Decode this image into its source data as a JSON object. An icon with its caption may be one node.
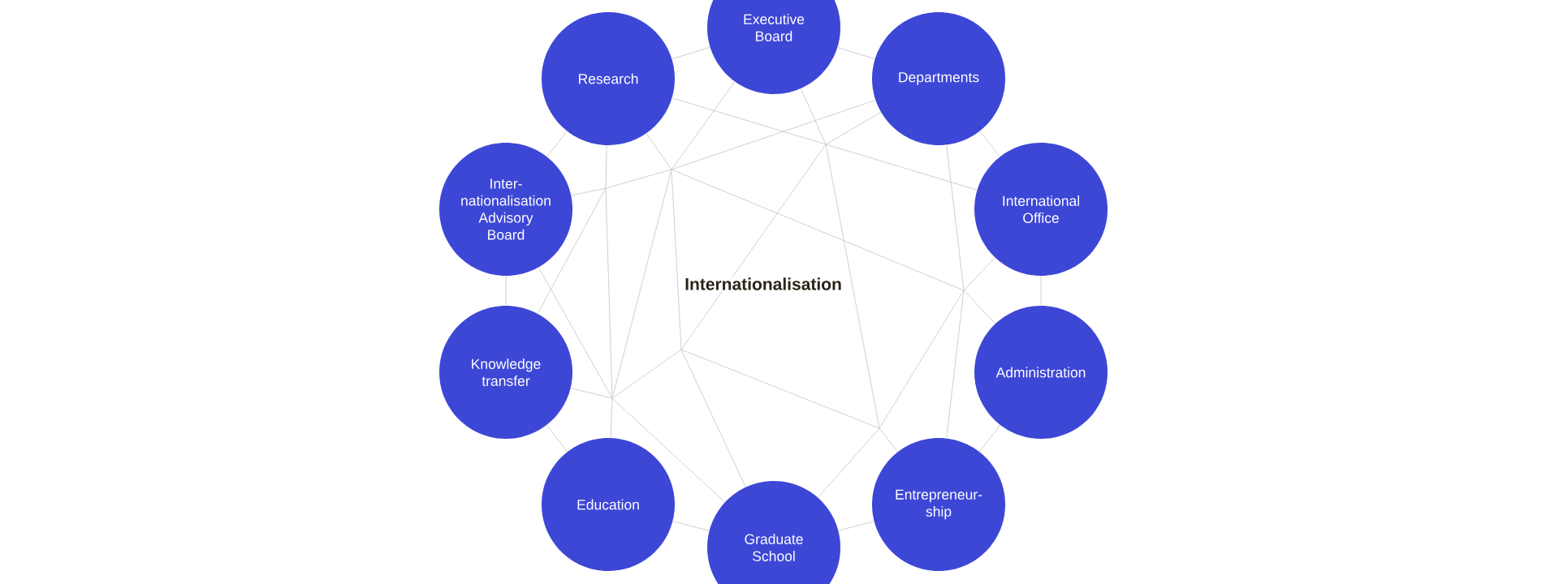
{
  "diagram": {
    "nodes": [
      {
        "text": [
          "Executive Board"
        ]
      },
      {
        "text": [
          "Research"
        ]
      },
      {
        "text": [
          "Departments"
        ]
      },
      {
        "text": [
          "Inter- nationalisation Advisory Board"
        ]
      },
      {
        "text": [
          "International Office"
        ]
      },
      {
        "text": [
          "Knowledge transfer"
        ]
      },
      {
        "text": [
          "Administration"
        ]
      },
      {
        "text": [
          "Education"
        ]
      },
      {
        "text": [
          "Entrepreneur- ship"
        ]
      },
      {
        "text": [
          "Graduate School"
        ]
      },
      {
        "text": [],
        "shape": "dot"
      },
      {
        "text": [],
        "shape": "dot"
      },
      {
        "text": [],
        "shape": "dot"
      },
      {
        "text": [],
        "shape": "dot"
      },
      {
        "text": [],
        "shape": "dot"
      },
      {
        "text": [],
        "shape": "dot"
      },
      {
        "text": [],
        "shape": "dot"
      }
    ],
    "edges": [
      {
        "from": 0,
        "to": 1,
        "arrow": "none"
      },
      {
        "from": 0,
        "to": 2,
        "arrow": "none"
      },
      {
        "from": 1,
        "to": 3,
        "arrow": "none"
      },
      {
        "from": 2,
        "to": 4,
        "arrow": "none"
      },
      {
        "from": 3,
        "to": 5,
        "arrow": "none"
      },
      {
        "from": 4,
        "to": 6,
        "arrow": "none"
      },
      {
        "from": 5,
        "to": 7,
        "arrow": "none"
      },
      {
        "from": 6,
        "to": 8,
        "arrow": "none"
      },
      {
        "from": 7,
        "to": 9,
        "arrow": "none"
      },
      {
        "from": 9,
        "to": 8,
        "arrow": "none"
      },
      {
        "from": 0,
        "to": 10,
        "arrow": "none"
      },
      {
        "from": 2,
        "to": 10,
        "arrow": "none"
      },
      {
        "from": 1,
        "to": 10,
        "arrow": "none"
      },
      {
        "from": 10,
        "to": 4,
        "arrow": "none"
      },
      {
        "from": 10,
        "to": 16,
        "arrow": "none"
      },
      {
        "from": 10,
        "to": 14,
        "arrow": "none"
      },
      {
        "from": 0,
        "to": 11,
        "arrow": "none"
      },
      {
        "from": 1,
        "to": 11,
        "arrow": "none"
      },
      {
        "from": 2,
        "to": 11,
        "arrow": "none"
      },
      {
        "from": 12,
        "to": 11,
        "arrow": "none"
      },
      {
        "from": 11,
        "to": 13,
        "arrow": "none"
      },
      {
        "from": 11,
        "to": 14,
        "arrow": "none"
      },
      {
        "from": 11,
        "to": 15,
        "arrow": "none"
      },
      {
        "from": 3,
        "to": 12,
        "arrow": "none"
      },
      {
        "from": 1,
        "to": 12,
        "arrow": "none"
      },
      {
        "from": 12,
        "to": 15,
        "arrow": "none"
      },
      {
        "from": 5,
        "to": 12,
        "arrow": "none"
      },
      {
        "from": 2,
        "to": 13,
        "arrow": "none"
      },
      {
        "from": 4,
        "to": 13,
        "arrow": "none"
      },
      {
        "from": 13,
        "to": 6,
        "arrow": "none"
      },
      {
        "from": 13,
        "to": 8,
        "arrow": "none"
      },
      {
        "from": 13,
        "to": 16,
        "arrow": "none"
      },
      {
        "from": 14,
        "to": 15,
        "arrow": "none"
      },
      {
        "from": 14,
        "to": 16,
        "arrow": "none"
      },
      {
        "from": 14,
        "to": 9,
        "arrow": "none"
      },
      {
        "from": 5,
        "to": 15,
        "arrow": "none"
      },
      {
        "from": 15,
        "to": 7,
        "arrow": "none"
      },
      {
        "from": 15,
        "to": 9,
        "arrow": "none"
      },
      {
        "from": 3,
        "to": 15,
        "arrow": "none"
      },
      {
        "from": 16,
        "to": 8,
        "arrow": "none"
      },
      {
        "from": 16,
        "to": 9,
        "arrow": "none"
      }
    ],
    "labels": [
      "Internationalisation"
    ]
  }
}
